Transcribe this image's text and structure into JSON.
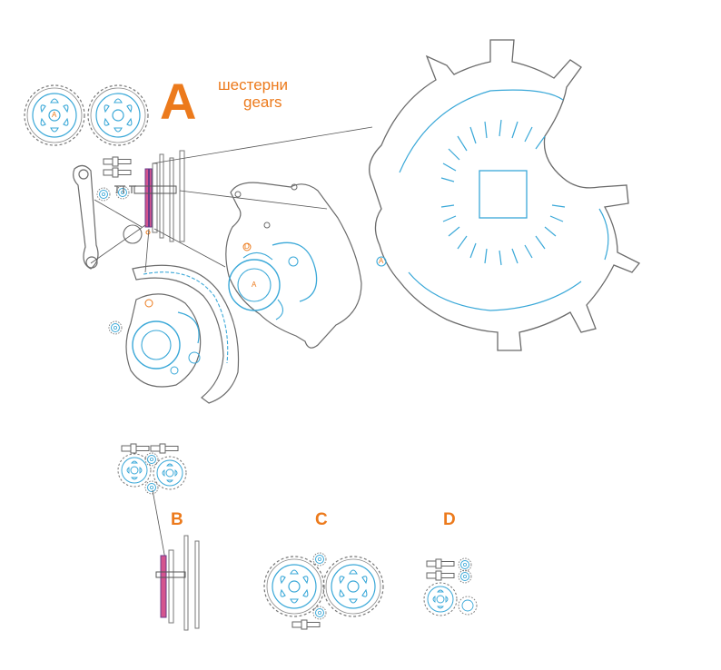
{
  "sheet": {
    "letters": {
      "A": "A",
      "B": "B",
      "C": "C",
      "D": "D"
    },
    "caption_ru": "шестерни",
    "caption_en": "gears",
    "part_marks": {
      "gear_a": "A",
      "plate_a": "A",
      "plate_d": "D",
      "ring_a": "A"
    },
    "colors": {
      "accent": "#ec7a1c",
      "cut_line": "#3aa8d8",
      "outline": "#6b6b6b",
      "layer_pink": "#d4548e",
      "layer_purple": "#6a3a8a"
    }
  }
}
